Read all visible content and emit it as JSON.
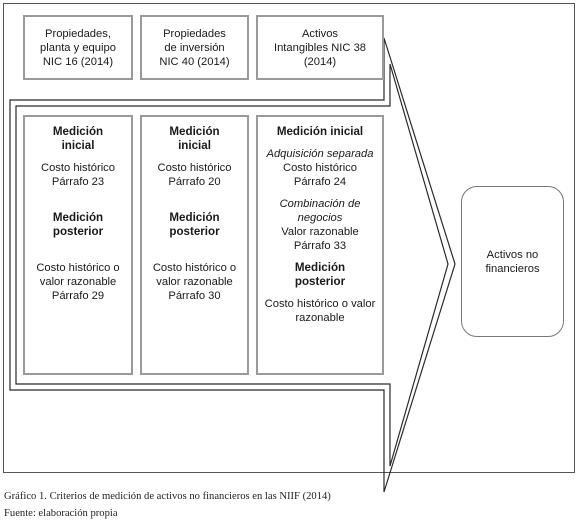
{
  "top_row": [
    {
      "label": "Propiedades,\nplanta y equipo\nNIC 16 (2014)"
    },
    {
      "label": "Propiedades\nde inversión\nNIC 40 (2014)"
    },
    {
      "label": "Activos\nIntangibles NIC 38\n(2014)"
    }
  ],
  "columns": [
    {
      "initial_heading": "Medición\ninicial",
      "initial_text": "Costo histórico\nPárrafo 23",
      "subsequent_heading": "Medición\nposterior",
      "subsequent_text": "Costo histórico o\nvalor razonable\nPárrafo 29"
    },
    {
      "initial_heading": "Medición\ninicial",
      "initial_text": "Costo histórico\nPárrafo 20",
      "subsequent_heading": "Medición\nposterior",
      "subsequent_text": "Costo histórico o\nvalor razonable\nPárrafo 30"
    },
    {
      "initial_heading": "Medición inicial",
      "acquisition_label": "Adquisición separada",
      "acquisition_text": "Costo histórico\nPárrafo 24",
      "combination_label": "Combinación de\nnegocios",
      "combination_text": "Valor razonable\nPárrafo 33",
      "subsequent_heading": "Medición\nposterior",
      "subsequent_text": "Costo histórico o valor\nrazonable"
    }
  ],
  "result": {
    "label": "Activos no\nfinancieros"
  },
  "caption": {
    "title": "Gráfico 1. Criterios de medición de activos no financieros en las NIIF (2014)",
    "source": "Fuente: elaboración propia"
  }
}
